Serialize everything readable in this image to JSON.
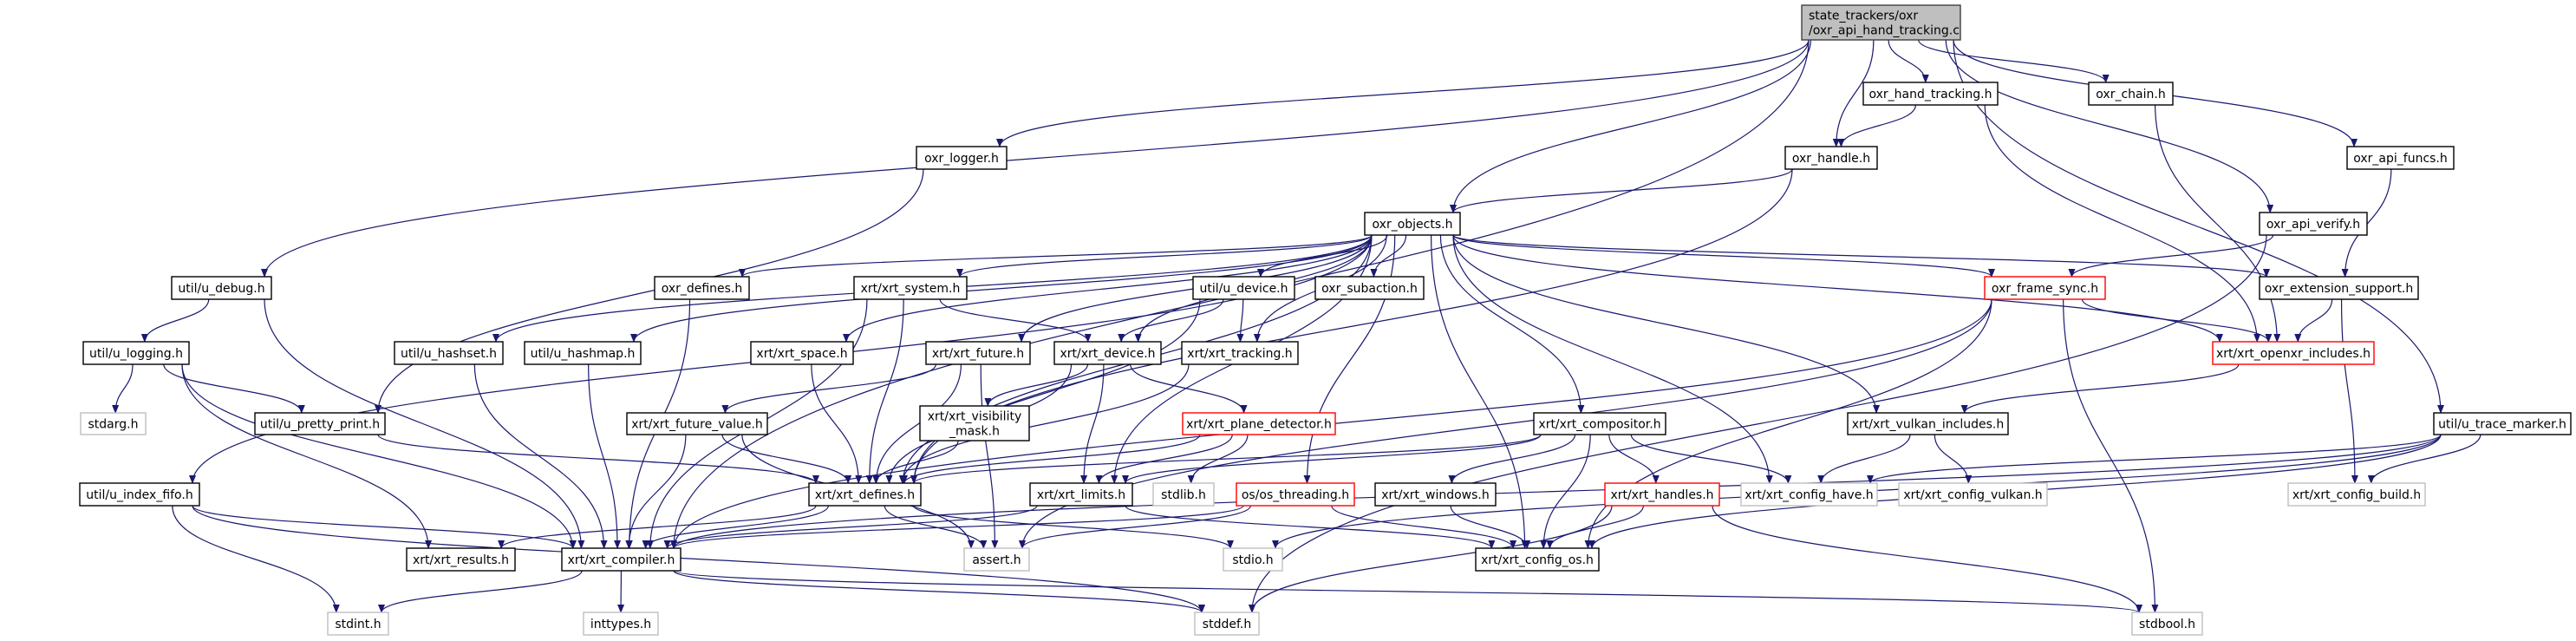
{
  "graph": {
    "edge_color": "#191970",
    "node_border_color": "#000000",
    "incomplete_border_color": "#ff0000",
    "system_border_color": "#bfbfbf",
    "root_fill_color": "#bfbfbf",
    "nodes": [
      {
        "id": "root",
        "kind": "root",
        "label_lines": [
          "state_trackers/oxr",
          "/oxr_api_hand_tracking.c"
        ]
      },
      {
        "id": "hand_tracking",
        "kind": "normal",
        "label_lines": [
          "oxr_hand_tracking.h"
        ]
      },
      {
        "id": "chain",
        "kind": "normal",
        "label_lines": [
          "oxr_chain.h"
        ]
      },
      {
        "id": "logger",
        "kind": "normal",
        "label_lines": [
          "oxr_logger.h"
        ]
      },
      {
        "id": "handle",
        "kind": "normal",
        "label_lines": [
          "oxr_handle.h"
        ]
      },
      {
        "id": "api_funcs",
        "kind": "normal",
        "label_lines": [
          "oxr_api_funcs.h"
        ]
      },
      {
        "id": "objects",
        "kind": "normal",
        "label_lines": [
          "oxr_objects.h"
        ]
      },
      {
        "id": "api_verify",
        "kind": "normal",
        "label_lines": [
          "oxr_api_verify.h"
        ]
      },
      {
        "id": "u_debug",
        "kind": "normal",
        "label_lines": [
          "util/u_debug.h"
        ]
      },
      {
        "id": "oxr_defines",
        "kind": "normal",
        "label_lines": [
          "oxr_defines.h"
        ]
      },
      {
        "id": "xrt_system",
        "kind": "normal",
        "label_lines": [
          "xrt/xrt_system.h"
        ]
      },
      {
        "id": "u_device",
        "kind": "normal",
        "label_lines": [
          "util/u_device.h"
        ]
      },
      {
        "id": "subaction",
        "kind": "normal",
        "label_lines": [
          "oxr_subaction.h"
        ]
      },
      {
        "id": "frame_sync",
        "kind": "incomplete",
        "label_lines": [
          "oxr_frame_sync.h"
        ]
      },
      {
        "id": "ext_support",
        "kind": "normal",
        "label_lines": [
          "oxr_extension_support.h"
        ]
      },
      {
        "id": "u_logging",
        "kind": "normal",
        "label_lines": [
          "util/u_logging.h"
        ]
      },
      {
        "id": "u_hashset",
        "kind": "normal",
        "label_lines": [
          "util/u_hashset.h"
        ]
      },
      {
        "id": "u_hashmap",
        "kind": "normal",
        "label_lines": [
          "util/u_hashmap.h"
        ]
      },
      {
        "id": "xrt_space",
        "kind": "normal",
        "label_lines": [
          "xrt/xrt_space.h"
        ]
      },
      {
        "id": "xrt_future",
        "kind": "normal",
        "label_lines": [
          "xrt/xrt_future.h"
        ]
      },
      {
        "id": "xrt_device",
        "kind": "normal",
        "label_lines": [
          "xrt/xrt_device.h"
        ]
      },
      {
        "id": "xrt_tracking",
        "kind": "normal",
        "label_lines": [
          "xrt/xrt_tracking.h"
        ]
      },
      {
        "id": "openxr_includes",
        "kind": "incomplete",
        "label_lines": [
          "xrt/xrt_openxr_includes.h"
        ]
      },
      {
        "id": "stdarg",
        "kind": "system",
        "label_lines": [
          "stdarg.h"
        ]
      },
      {
        "id": "pretty_print",
        "kind": "normal",
        "label_lines": [
          "util/u_pretty_print.h"
        ]
      },
      {
        "id": "future_value",
        "kind": "normal",
        "label_lines": [
          "xrt/xrt_future_value.h"
        ]
      },
      {
        "id": "visibility_mask",
        "kind": "normal",
        "label_lines": [
          "xrt/xrt_visibility",
          "_mask.h"
        ]
      },
      {
        "id": "plane_detector",
        "kind": "incomplete",
        "label_lines": [
          "xrt/xrt_plane_detector.h"
        ]
      },
      {
        "id": "compositor",
        "kind": "normal",
        "label_lines": [
          "xrt/xrt_compositor.h"
        ]
      },
      {
        "id": "vulkan_includes",
        "kind": "normal",
        "label_lines": [
          "xrt/xrt_vulkan_includes.h"
        ]
      },
      {
        "id": "trace_marker",
        "kind": "normal",
        "label_lines": [
          "util/u_trace_marker.h"
        ]
      },
      {
        "id": "index_fifo",
        "kind": "normal",
        "label_lines": [
          "util/u_index_fifo.h"
        ]
      },
      {
        "id": "xrt_defines",
        "kind": "normal",
        "label_lines": [
          "xrt/xrt_defines.h"
        ]
      },
      {
        "id": "xrt_limits",
        "kind": "normal",
        "label_lines": [
          "xrt/xrt_limits.h"
        ]
      },
      {
        "id": "stdlib",
        "kind": "system",
        "label_lines": [
          "stdlib.h"
        ]
      },
      {
        "id": "os_threading",
        "kind": "incomplete",
        "label_lines": [
          "os/os_threading.h"
        ]
      },
      {
        "id": "xrt_windows",
        "kind": "normal",
        "label_lines": [
          "xrt/xrt_windows.h"
        ]
      },
      {
        "id": "xrt_handles",
        "kind": "incomplete",
        "label_lines": [
          "xrt/xrt_handles.h"
        ]
      },
      {
        "id": "config_have",
        "kind": "system",
        "label_lines": [
          "xrt/xrt_config_have.h"
        ]
      },
      {
        "id": "config_vulkan",
        "kind": "system",
        "label_lines": [
          "xrt/xrt_config_vulkan.h"
        ]
      },
      {
        "id": "config_build",
        "kind": "system",
        "label_lines": [
          "xrt/xrt_config_build.h"
        ]
      },
      {
        "id": "xrt_results",
        "kind": "normal",
        "label_lines": [
          "xrt/xrt_results.h"
        ]
      },
      {
        "id": "xrt_compiler",
        "kind": "normal",
        "label_lines": [
          "xrt/xrt_compiler.h"
        ]
      },
      {
        "id": "assert",
        "kind": "system",
        "label_lines": [
          "assert.h"
        ]
      },
      {
        "id": "stdio",
        "kind": "system",
        "label_lines": [
          "stdio.h"
        ]
      },
      {
        "id": "config_os",
        "kind": "normal",
        "label_lines": [
          "xrt/xrt_config_os.h"
        ]
      },
      {
        "id": "stdint",
        "kind": "system",
        "label_lines": [
          "stdint.h"
        ]
      },
      {
        "id": "inttypes",
        "kind": "system",
        "label_lines": [
          "inttypes.h"
        ]
      },
      {
        "id": "stddef",
        "kind": "system",
        "label_lines": [
          "stddef.h"
        ]
      },
      {
        "id": "stdbool",
        "kind": "system",
        "label_lines": [
          "stdbool.h"
        ]
      }
    ],
    "edges": [
      [
        "root",
        "hand_tracking"
      ],
      [
        "root",
        "chain"
      ],
      [
        "root",
        "handle"
      ],
      [
        "root",
        "objects"
      ],
      [
        "root",
        "logger"
      ],
      [
        "root",
        "u_debug"
      ],
      [
        "root",
        "xrt_compiler"
      ],
      [
        "root",
        "api_verify"
      ],
      [
        "root",
        "api_funcs"
      ],
      [
        "root",
        "trace_marker"
      ],
      [
        "hand_tracking",
        "handle"
      ],
      [
        "hand_tracking",
        "openxr_includes"
      ],
      [
        "chain",
        "openxr_includes"
      ],
      [
        "handle",
        "objects"
      ],
      [
        "handle",
        "xrt_defines"
      ],
      [
        "api_funcs",
        "ext_support"
      ],
      [
        "api_verify",
        "frame_sync"
      ],
      [
        "api_verify",
        "stddef"
      ],
      [
        "logger",
        "pretty_print"
      ],
      [
        "objects",
        "index_fifo"
      ],
      [
        "objects",
        "u_hashset"
      ],
      [
        "objects",
        "u_hashmap"
      ],
      [
        "objects",
        "oxr_defines"
      ],
      [
        "objects",
        "xrt_space"
      ],
      [
        "objects",
        "xrt_system"
      ],
      [
        "objects",
        "xrt_future"
      ],
      [
        "objects",
        "xrt_device"
      ],
      [
        "objects",
        "xrt_tracking"
      ],
      [
        "objects",
        "u_device"
      ],
      [
        "objects",
        "subaction"
      ],
      [
        "objects",
        "xrt_limits"
      ],
      [
        "objects",
        "xrt_defines"
      ],
      [
        "objects",
        "os_threading"
      ],
      [
        "objects",
        "compositor"
      ],
      [
        "objects",
        "config_os"
      ],
      [
        "objects",
        "config_have"
      ],
      [
        "objects",
        "vulkan_includes"
      ],
      [
        "objects",
        "frame_sync"
      ],
      [
        "objects",
        "ext_support"
      ],
      [
        "objects",
        "openxr_includes"
      ],
      [
        "u_debug",
        "u_logging"
      ],
      [
        "u_debug",
        "xrt_compiler"
      ],
      [
        "u_logging",
        "stdarg"
      ],
      [
        "u_logging",
        "pretty_print"
      ],
      [
        "u_logging",
        "xrt_compiler"
      ],
      [
        "u_logging",
        "xrt_results"
      ],
      [
        "pretty_print",
        "xrt_defines"
      ],
      [
        "oxr_defines",
        "xrt_compiler"
      ],
      [
        "xrt_system",
        "xrt_device"
      ],
      [
        "xrt_system",
        "xrt_defines"
      ],
      [
        "xrt_system",
        "xrt_compiler"
      ],
      [
        "u_hashset",
        "xrt_compiler"
      ],
      [
        "u_hashmap",
        "xrt_compiler"
      ],
      [
        "xrt_space",
        "xrt_defines"
      ],
      [
        "u_device",
        "xrt_device"
      ],
      [
        "u_device",
        "xrt_tracking"
      ],
      [
        "u_device",
        "xrt_defines"
      ],
      [
        "xrt_future",
        "future_value"
      ],
      [
        "xrt_future",
        "xrt_defines"
      ],
      [
        "xrt_future",
        "assert"
      ],
      [
        "xrt_device",
        "visibility_mask"
      ],
      [
        "xrt_device",
        "plane_detector"
      ],
      [
        "xrt_device",
        "xrt_defines"
      ],
      [
        "xrt_device",
        "xrt_limits"
      ],
      [
        "xrt_tracking",
        "xrt_defines"
      ],
      [
        "future_value",
        "xrt_defines"
      ],
      [
        "future_value",
        "xrt_compiler"
      ],
      [
        "future_value",
        "assert"
      ],
      [
        "visibility_mask",
        "xrt_defines"
      ],
      [
        "plane_detector",
        "xrt_defines"
      ],
      [
        "plane_detector",
        "xrt_limits"
      ],
      [
        "plane_detector",
        "stdlib"
      ],
      [
        "index_fifo",
        "xrt_compiler"
      ],
      [
        "index_fifo",
        "stdint"
      ],
      [
        "index_fifo",
        "stddef"
      ],
      [
        "xrt_defines",
        "xrt_compiler"
      ],
      [
        "xrt_defines",
        "assert"
      ],
      [
        "xrt_defines",
        "stdio"
      ],
      [
        "xrt_defines",
        "xrt_results"
      ],
      [
        "xrt_limits",
        "xrt_compiler"
      ],
      [
        "xrt_limits",
        "config_os"
      ],
      [
        "os_threading",
        "xrt_compiler"
      ],
      [
        "os_threading",
        "assert"
      ],
      [
        "os_threading",
        "config_os"
      ],
      [
        "compositor",
        "xrt_defines"
      ],
      [
        "compositor",
        "xrt_limits"
      ],
      [
        "compositor",
        "xrt_windows"
      ],
      [
        "compositor",
        "xrt_handles"
      ],
      [
        "compositor",
        "config_have"
      ],
      [
        "compositor",
        "config_os"
      ],
      [
        "xrt_windows",
        "config_os"
      ],
      [
        "xrt_handles",
        "config_os"
      ],
      [
        "xrt_handles",
        "stddef"
      ],
      [
        "xrt_handles",
        "stdbool"
      ],
      [
        "vulkan_includes",
        "config_have"
      ],
      [
        "vulkan_includes",
        "config_vulkan"
      ],
      [
        "openxr_includes",
        "vulkan_includes"
      ],
      [
        "frame_sync",
        "openxr_includes"
      ],
      [
        "frame_sync",
        "xrt_compiler"
      ],
      [
        "frame_sync",
        "stdbool"
      ],
      [
        "frame_sync",
        "config_os"
      ],
      [
        "frame_sync",
        "assert"
      ],
      [
        "ext_support",
        "openxr_includes"
      ],
      [
        "ext_support",
        "config_build"
      ],
      [
        "trace_marker",
        "config_have"
      ],
      [
        "trace_marker",
        "config_build"
      ],
      [
        "trace_marker",
        "config_os"
      ],
      [
        "trace_marker",
        "stdio"
      ],
      [
        "trace_marker",
        "xrt_compiler"
      ],
      [
        "xrt_compiler",
        "stdint"
      ],
      [
        "xrt_compiler",
        "inttypes"
      ],
      [
        "xrt_compiler",
        "stddef"
      ],
      [
        "xrt_compiler",
        "stdbool"
      ]
    ]
  }
}
